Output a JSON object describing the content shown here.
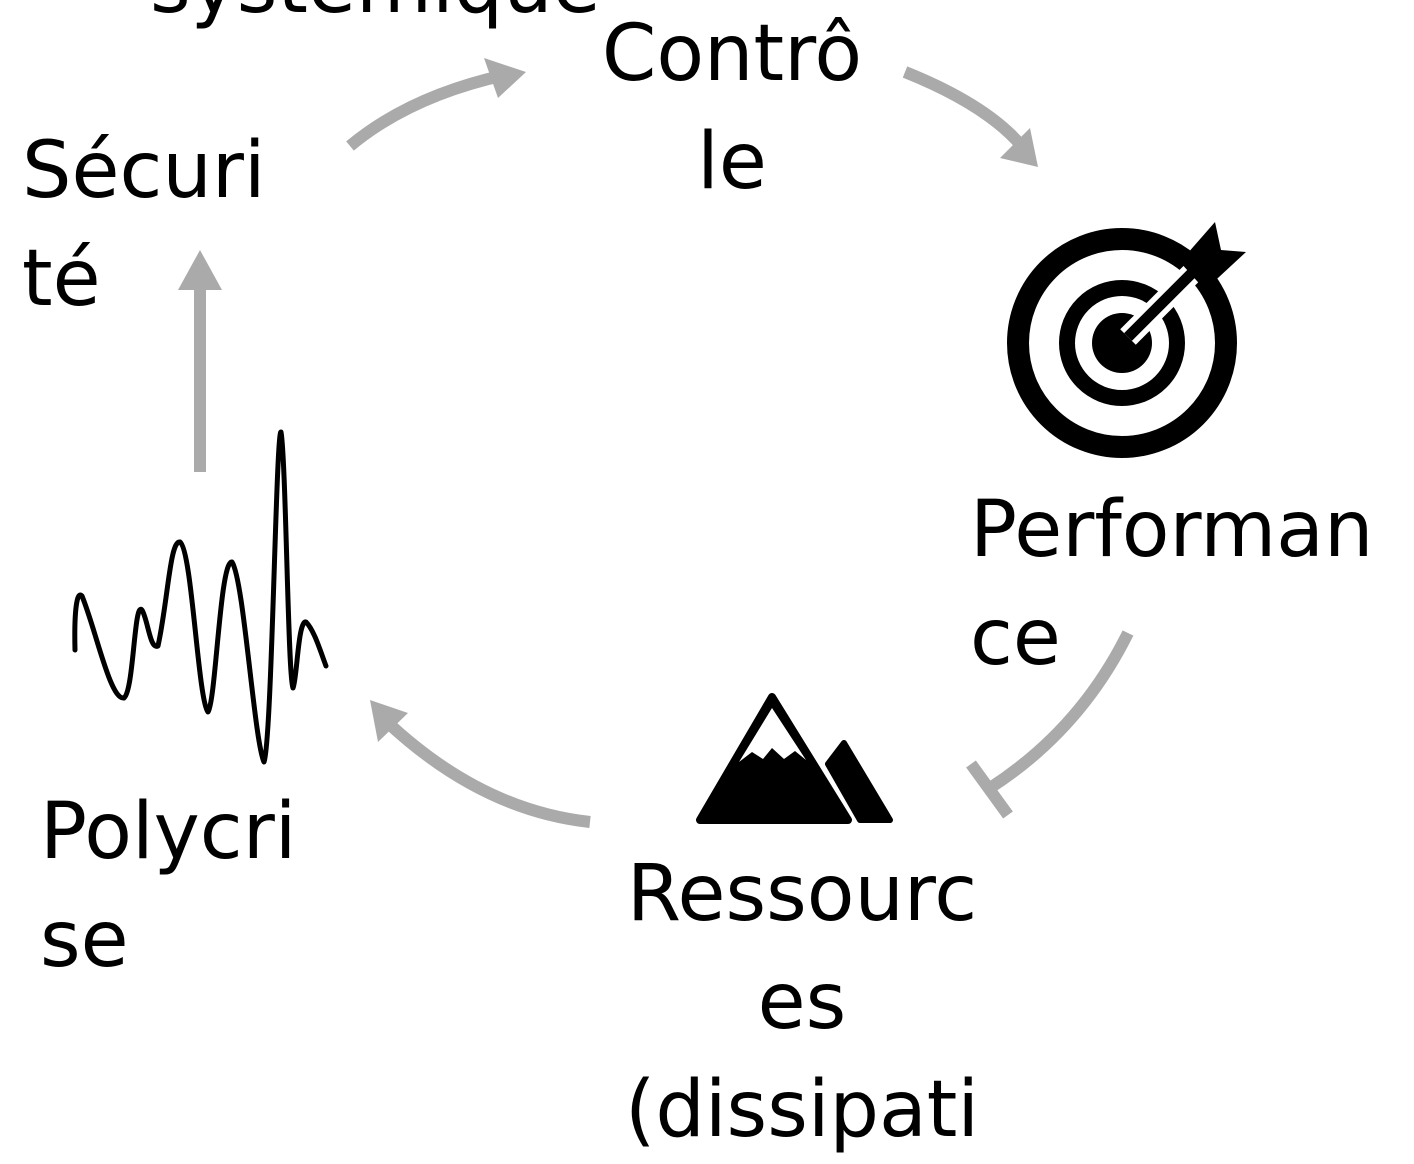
{
  "diagram": {
    "title_fragment": "systémique",
    "colors": {
      "arrow": "#aaaaaa",
      "text": "#000000",
      "icon": "#000000",
      "background": "#ffffff"
    },
    "nodes": [
      {
        "id": "controle",
        "lines": [
          "Contrô",
          "le"
        ],
        "icon": null
      },
      {
        "id": "performance",
        "lines": [
          "Performan",
          "ce"
        ],
        "icon": "target-icon"
      },
      {
        "id": "ressources",
        "lines": [
          "Ressourc",
          "es",
          "(dissipati"
        ],
        "icon": "mountain-icon"
      },
      {
        "id": "polycrise",
        "lines": [
          "Polycri",
          "se"
        ],
        "icon": "waveform-icon"
      },
      {
        "id": "securite",
        "lines": [
          "Sécuri",
          "té"
        ],
        "icon": null
      }
    ],
    "edges": [
      {
        "from": "securite",
        "to": "controle",
        "type": "arrow"
      },
      {
        "from": "controle",
        "to": "performance",
        "type": "arrow"
      },
      {
        "from": "performance",
        "to": "ressources",
        "type": "inhibition"
      },
      {
        "from": "ressources",
        "to": "polycrise",
        "type": "arrow"
      },
      {
        "from": "polycrise",
        "to": "securite",
        "type": "arrow"
      }
    ]
  }
}
